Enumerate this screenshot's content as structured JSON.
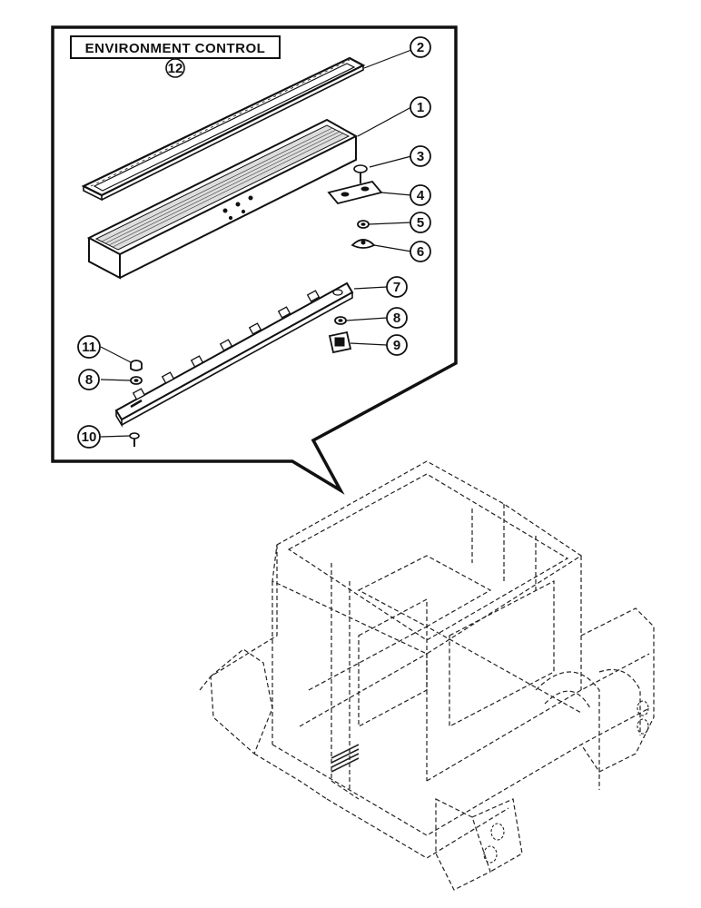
{
  "title": {
    "label": "ENVIRONMENT CONTROL",
    "ref_number": "12"
  },
  "callouts": [
    {
      "id": "c2",
      "number": "2"
    },
    {
      "id": "c1",
      "number": "1"
    },
    {
      "id": "c3",
      "number": "3"
    },
    {
      "id": "c4",
      "number": "4"
    },
    {
      "id": "c5",
      "number": "5"
    },
    {
      "id": "c6",
      "number": "6"
    },
    {
      "id": "c7",
      "number": "7"
    },
    {
      "id": "c8a",
      "number": "8"
    },
    {
      "id": "c9",
      "number": "9"
    },
    {
      "id": "c11",
      "number": "11"
    },
    {
      "id": "c8b",
      "number": "8"
    },
    {
      "id": "c10",
      "number": "10"
    }
  ],
  "colors": {
    "ink": "#111111",
    "background": "#ffffff"
  }
}
